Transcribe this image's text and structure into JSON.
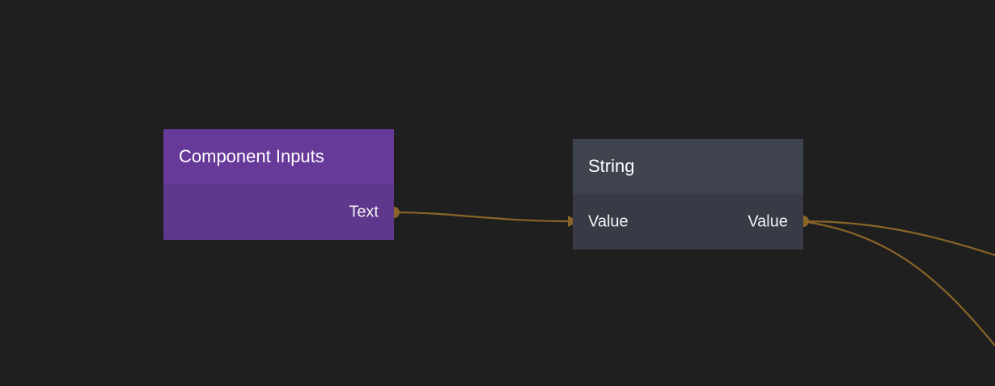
{
  "colors": {
    "canvas_bg": "#1f1f1f",
    "component_inputs_header": "#673a99",
    "component_inputs_body": "#5f378d",
    "string_header": "#3f434d",
    "string_body": "#383b45",
    "wire": "#8a6428"
  },
  "nodes": {
    "component_inputs": {
      "title": "Component Inputs",
      "outputs": [
        "Text"
      ]
    },
    "string": {
      "title": "String",
      "inputs": [
        "Value"
      ],
      "outputs": [
        "Value"
      ]
    }
  },
  "icons": {
    "output_port": "output-port-dot-icon",
    "input_port": "input-port-arrow-icon"
  }
}
